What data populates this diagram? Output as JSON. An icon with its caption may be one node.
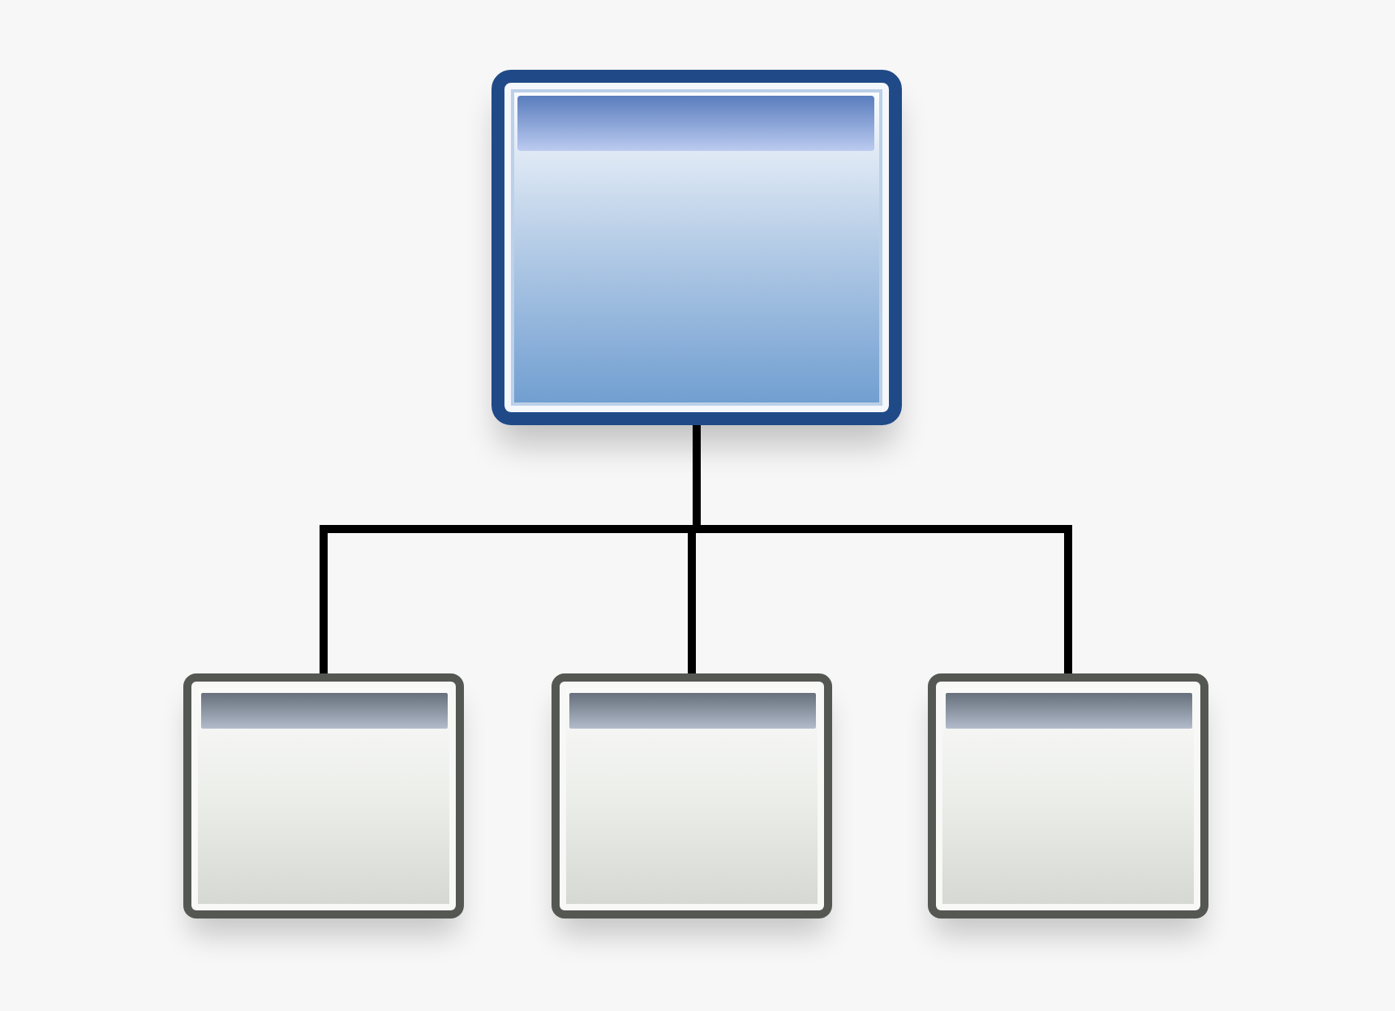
{
  "diagram": {
    "nodes": [
      {
        "text": [],
        "shape": "box"
      },
      {
        "text": [],
        "shape": "box"
      },
      {
        "text": [],
        "shape": "box"
      },
      {
        "text": [],
        "shape": "box"
      }
    ],
    "edges": [
      {
        "from": 0,
        "to": 1,
        "arrow": "none"
      },
      {
        "from": 0,
        "to": 2,
        "arrow": "none"
      },
      {
        "from": 0,
        "to": 3,
        "arrow": "none"
      }
    ]
  }
}
